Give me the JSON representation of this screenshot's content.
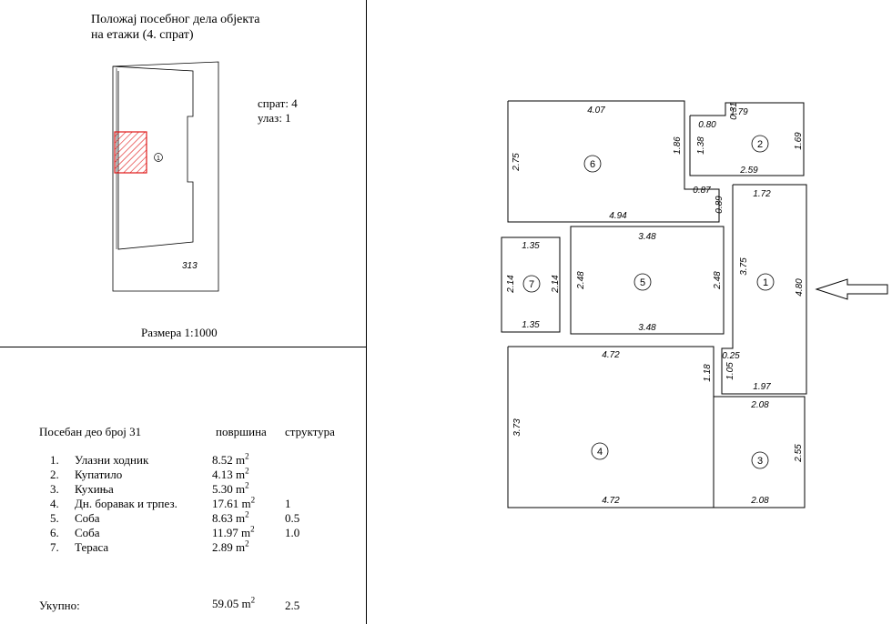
{
  "location_plan": {
    "title_line1": "Положај посебног дела објекта",
    "title_line2": "на етажи (4. спрат)",
    "floor": "спрат: 4",
    "entrance": "улаз: 1",
    "scale": "Размера 1:1000",
    "marker": "1",
    "parcel_number": "313"
  },
  "table": {
    "heading": "Посебан део број  31",
    "col_area": "површина",
    "col_structure": "структура",
    "unit": "m",
    "unit_exp": "2",
    "rows": [
      {
        "num": "1.",
        "name": "Улазни ходник",
        "area": "8.52",
        "structure": ""
      },
      {
        "num": "2.",
        "name": "Купатило",
        "area": "4.13",
        "structure": ""
      },
      {
        "num": "3.",
        "name": "Кухиња",
        "area": "5.30",
        "structure": ""
      },
      {
        "num": "4.",
        "name": "Дн. боравак и трпез.",
        "area": "17.61",
        "structure": "1"
      },
      {
        "num": "5.",
        "name": "Соба",
        "area": "8.63",
        "structure": "0.5"
      },
      {
        "num": "6.",
        "name": "Соба",
        "area": "11.97",
        "structure": "1.0"
      },
      {
        "num": "7.",
        "name": "Тераса",
        "area": "2.89",
        "structure": ""
      }
    ],
    "total_label": "Укупно:",
    "total_area": "59.05",
    "total_structure": "2.5"
  },
  "floor_plan": {
    "room_labels": [
      "1",
      "2",
      "3",
      "4",
      "5",
      "6",
      "7"
    ],
    "dims": {
      "r6_top": "4.07",
      "r6_left": "2.75",
      "r6_right": "1.86",
      "r6_bottom": "4.94",
      "r2_top": "1.79",
      "r2_topleft": "0.80",
      "r2_notch": "0.31",
      "r2_left": "1.38",
      "r2_right": "1.69",
      "r2_bottom": "2.59",
      "r1_top": "1.72",
      "r1_notch_h": "0.87",
      "r1_notch_v": "0.89",
      "r1_left": "3.75",
      "r1_right": "4.80",
      "r1_small": "0.25",
      "r1_small_v": "1.05",
      "r1_bottom": "1.97",
      "r7_top": "1.35",
      "r7_left": "2.14",
      "r7_right": "2.14",
      "r7_bottom": "1.35",
      "r5_top": "3.48",
      "r5_left": "2.48",
      "r5_right": "2.48",
      "r5_bottom": "3.48",
      "r4_top": "4.72",
      "r4_left": "3.73",
      "r4_right": "1.18",
      "r4_bottom": "4.72",
      "r3_top": "2.08",
      "r3_right": "2.55",
      "r3_bottom": "2.08"
    },
    "entrance_arrow": "arrow-left-icon"
  }
}
